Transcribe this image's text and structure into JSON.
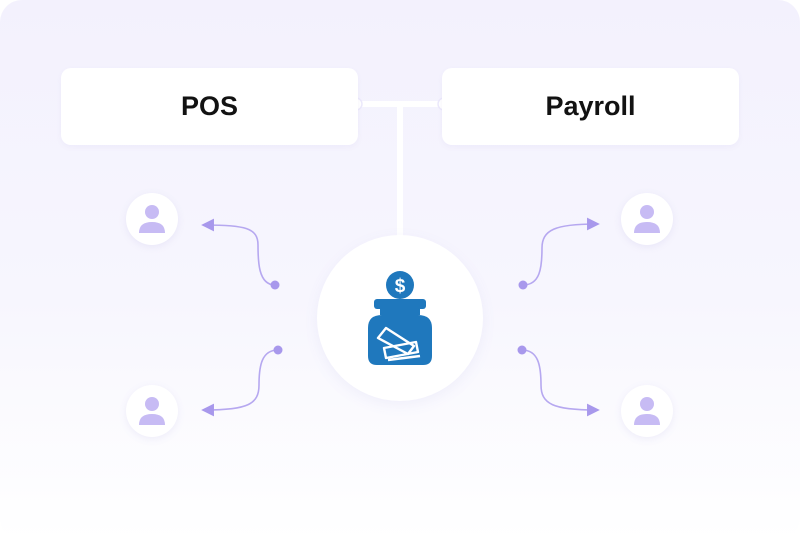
{
  "nodes": {
    "left_box": {
      "label": "POS"
    },
    "right_box": {
      "label": "Payroll"
    }
  },
  "hub": {
    "icon": "tip-jar-dollar-icon",
    "color": "#1f78bd"
  },
  "users": [
    {
      "icon": "user-icon",
      "position": "top-left"
    },
    {
      "icon": "user-icon",
      "position": "bottom-left"
    },
    {
      "icon": "user-icon",
      "position": "top-right"
    },
    {
      "icon": "user-icon",
      "position": "bottom-right"
    }
  ],
  "colors": {
    "accent": "#b6a8f0",
    "avatar_fill": "#c7bbf4",
    "connector": "#ffffff"
  }
}
